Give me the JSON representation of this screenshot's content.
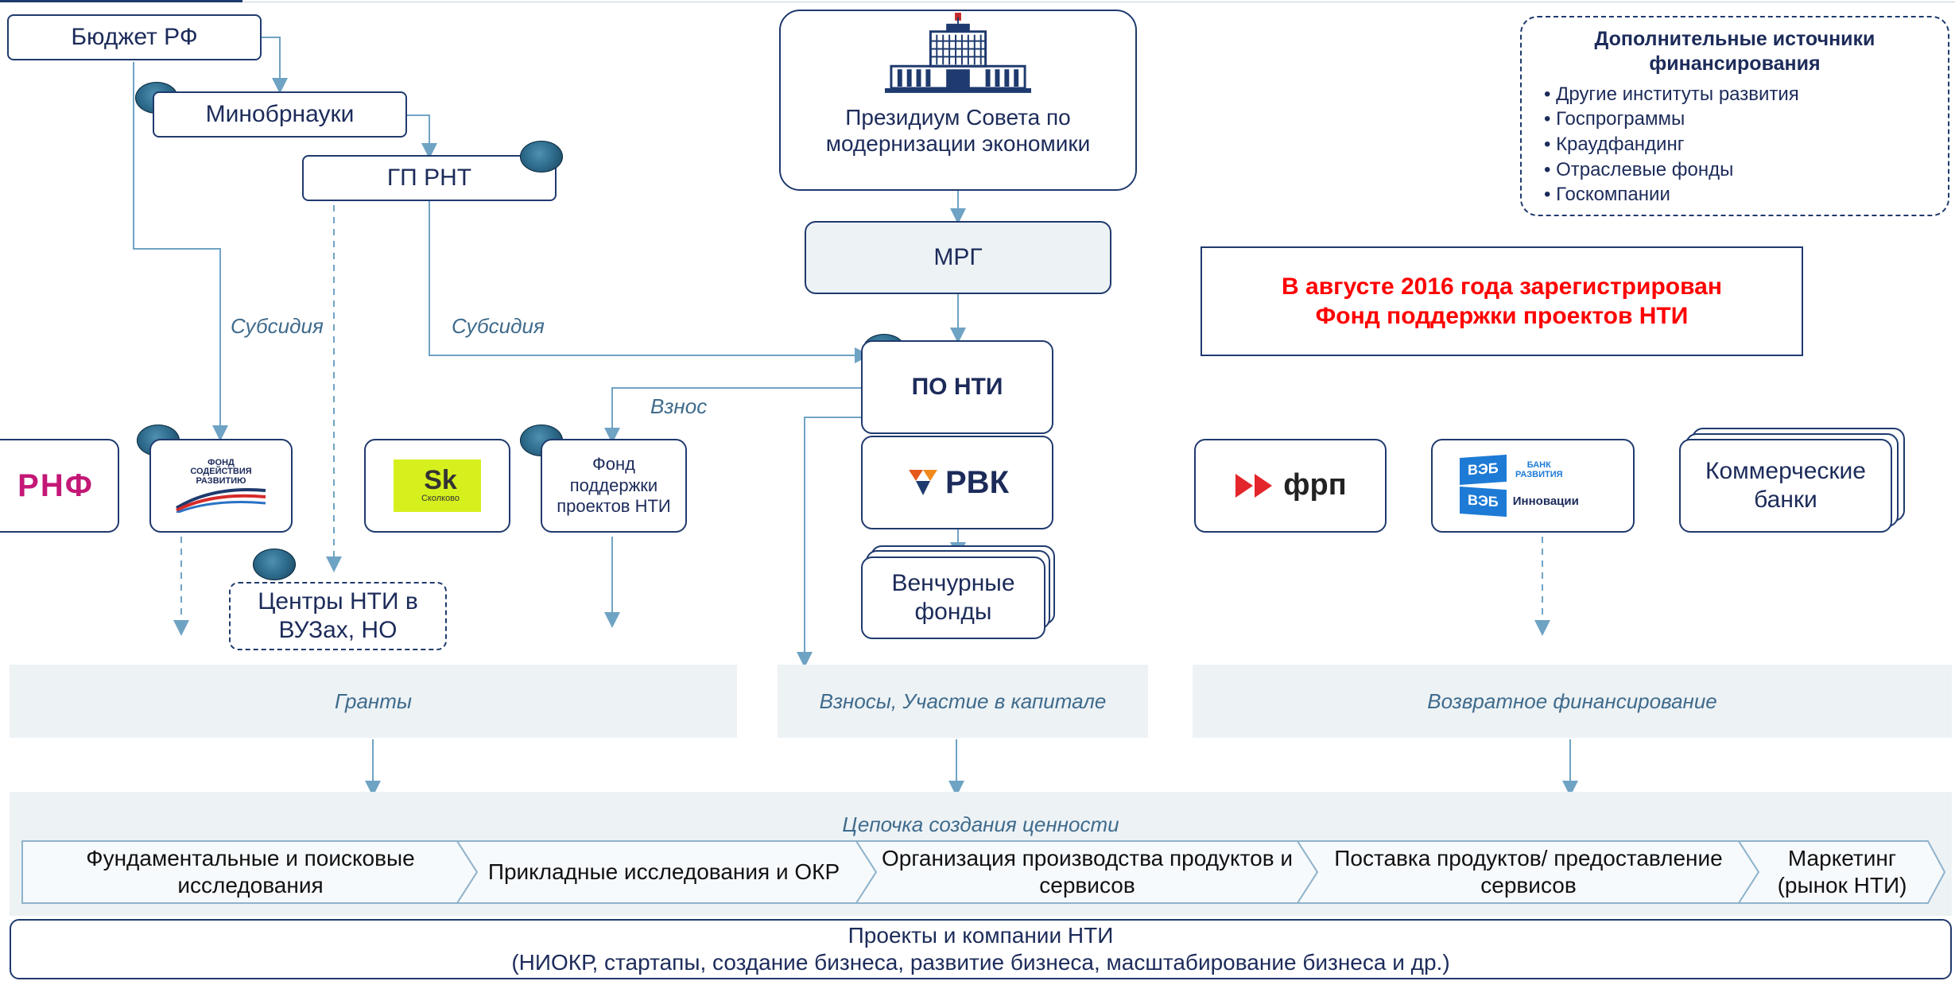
{
  "nodes": {
    "budget": "Бюджет РФ",
    "minobrnauki": "Минобрнауки",
    "gp_rnt": "ГП РНТ",
    "presidium": "Президиум Совета по модернизации экономики",
    "mrg": "МРГ",
    "po_nti": "ПО НТИ",
    "rvk": "РВК",
    "venture_funds": "Венчурные фонды",
    "rnf": "РНФ",
    "fsr_logo_lines": [
      "ФОНД",
      "СОДЕЙСТВИЯ",
      "РАЗВИТИЮ"
    ],
    "skolkovo_logo": "Sk",
    "skolkovo_sub": "Сколково",
    "fund_nti": "Фонд поддержки проектов НТИ",
    "centers_nti": "Центры НТИ в ВУЗах, НО",
    "frp": "фрп",
    "veb_logo": "ВЭБ",
    "veb_bank_label": "БАНК РАЗВИТИЯ",
    "veb_innov_label": "Инновации",
    "commercial_banks": "Коммерческие банки"
  },
  "edge_labels": {
    "subsidy_left": "Субсидия",
    "subsidy_right": "Субсидия",
    "contribution": "Взнос"
  },
  "extra_sources": {
    "title": "Дополнительные источники финансирования",
    "items": [
      "Другие институты развития",
      "Госпрограммы",
      "Краудфандинг",
      "Отраслевые фонды",
      "Госкомпании"
    ]
  },
  "announcement": {
    "line1": "В августе 2016 года зарегистрирован",
    "line2": "Фонд поддержки проектов НТИ"
  },
  "bands": {
    "grants": "Гранты",
    "contributions": "Взносы, Участие в капитале",
    "returnable": "Возвратное финансирование"
  },
  "value_chain": {
    "title": "Цепочка создания ценности",
    "steps": [
      "Фундаментальные и поисковые исследования",
      "Прикладные исследования и ОКР",
      "Организация производства продуктов и сервисов",
      "Поставка продуктов/ предоставление сервисов",
      "Маркетинг (рынок НТИ)"
    ]
  },
  "projects": {
    "line1": "Проекты и компании НТИ",
    "line2": "(НИОКР, стартапы, создание бизнеса, развитие бизнеса, масштабирование бизнеса и др.)"
  },
  "colors": {
    "box_border": "#1f3a6e",
    "line": "#6fa3c4",
    "announcement_red": "#ff0000",
    "band_bg": "#edf2f5"
  }
}
